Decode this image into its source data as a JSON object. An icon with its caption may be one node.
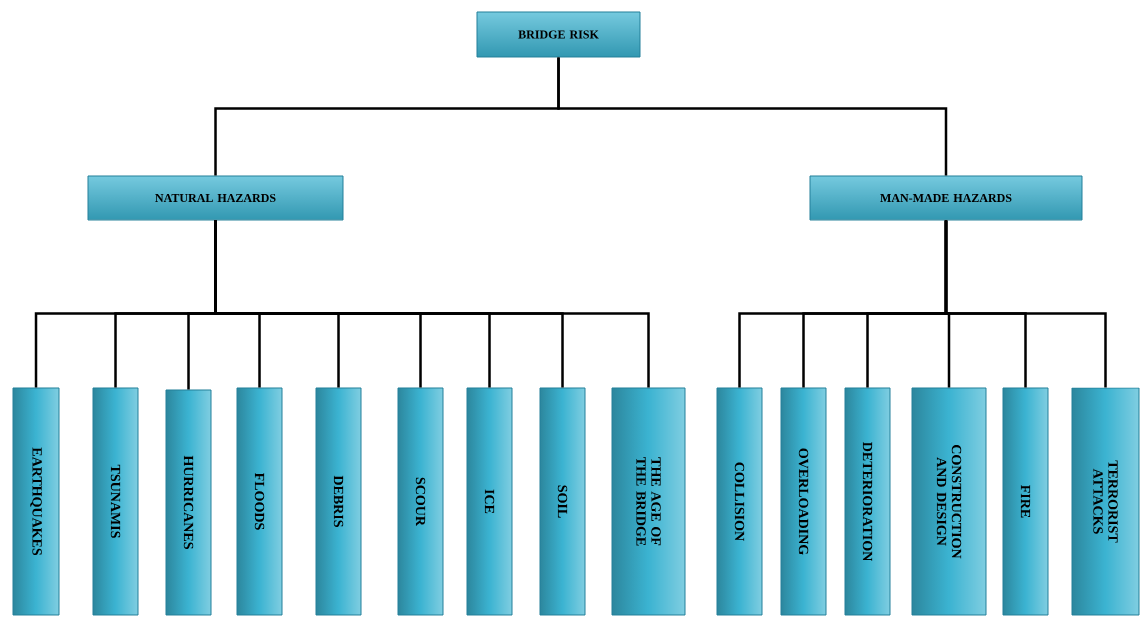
{
  "diagram": {
    "nodes": [
      {
        "text": [
          "BRIDGE RISK"
        ]
      },
      {
        "text": [
          "NATURAL HAZARDS"
        ]
      },
      {
        "text": [
          "MAN-MADE HAZARDS"
        ]
      },
      {
        "text": [
          "EARTHQUAKES"
        ]
      },
      {
        "text": [
          "TSUNAMIS"
        ]
      },
      {
        "text": [
          "HURRICANES"
        ]
      },
      {
        "text": [
          "FLOODS"
        ]
      },
      {
        "text": [
          "DEBRIS"
        ]
      },
      {
        "text": [
          "SCOUR"
        ]
      },
      {
        "text": [
          "ICE"
        ]
      },
      {
        "text": [
          "SOIL"
        ]
      },
      {
        "text": [
          "THE AGE OF THE BRIDGE"
        ]
      },
      {
        "text": [
          "COLLISION"
        ]
      },
      {
        "text": [
          "OVERLOADING"
        ]
      },
      {
        "text": [
          "DETERIORATION"
        ]
      },
      {
        "text": [
          "CONSTRUCTION AND DESIGN"
        ]
      },
      {
        "text": [
          "FIRE"
        ]
      },
      {
        "text": [
          "TERRORIST ATTACKS"
        ]
      }
    ],
    "edges": [
      {
        "from": 0,
        "to": 1,
        "arrow": "none"
      },
      {
        "from": 0,
        "to": 2,
        "arrow": "none"
      },
      {
        "from": 1,
        "to": 3,
        "arrow": "none"
      },
      {
        "from": 1,
        "to": 4,
        "arrow": "none"
      },
      {
        "from": 1,
        "to": 5,
        "arrow": "none"
      },
      {
        "from": 1,
        "to": 6,
        "arrow": "none"
      },
      {
        "from": 1,
        "to": 7,
        "arrow": "none"
      },
      {
        "from": 1,
        "to": 8,
        "arrow": "none"
      },
      {
        "from": 1,
        "to": 9,
        "arrow": "none"
      },
      {
        "from": 1,
        "to": 10,
        "arrow": "none"
      },
      {
        "from": 1,
        "to": 11,
        "arrow": "none"
      },
      {
        "from": 2,
        "to": 12,
        "arrow": "none"
      },
      {
        "from": 2,
        "to": 13,
        "arrow": "none"
      },
      {
        "from": 2,
        "to": 14,
        "arrow": "none"
      },
      {
        "from": 2,
        "to": 15,
        "arrow": "none"
      },
      {
        "from": 2,
        "to": 16,
        "arrow": "none"
      },
      {
        "from": 2,
        "to": 17,
        "arrow": "none"
      }
    ]
  }
}
